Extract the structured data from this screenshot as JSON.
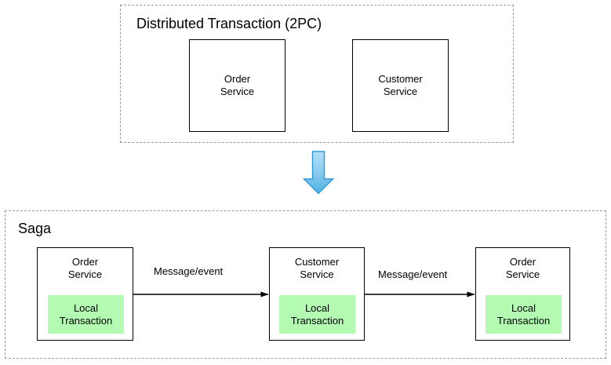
{
  "diagram": {
    "type": "architecture-comparison",
    "background_color": "#ffffff",
    "stroke_color": "#000000",
    "dashed_border_color": "#9a9a9a",
    "local_transaction_fill": "#b3fab3",
    "arrow_fill_top": "#a9daf3",
    "arrow_fill_bottom": "#4fb3e5",
    "arrow_stroke": "#2e9bd6"
  },
  "groups": {
    "distributed_transaction": {
      "title": "Distributed Transaction (2PC)",
      "boxes": [
        {
          "label": "Order\nService"
        },
        {
          "label": "Customer\nService"
        }
      ]
    },
    "saga": {
      "title": "Saga",
      "boxes": [
        {
          "service": "Order\nService",
          "local_transaction": "Local\nTransaction"
        },
        {
          "service": "Customer\nService",
          "local_transaction": "Local\nTransaction"
        },
        {
          "service": "Order\nService",
          "local_transaction": "Local\nTransaction"
        }
      ],
      "edges": [
        {
          "label": "Message/event",
          "from": "Order Service",
          "to": "Customer Service"
        },
        {
          "label": "Message/event",
          "from": "Customer Service",
          "to": "Order Service"
        }
      ]
    }
  },
  "transition_arrow": {
    "icon": "arrow-down-icon",
    "direction": "down"
  }
}
